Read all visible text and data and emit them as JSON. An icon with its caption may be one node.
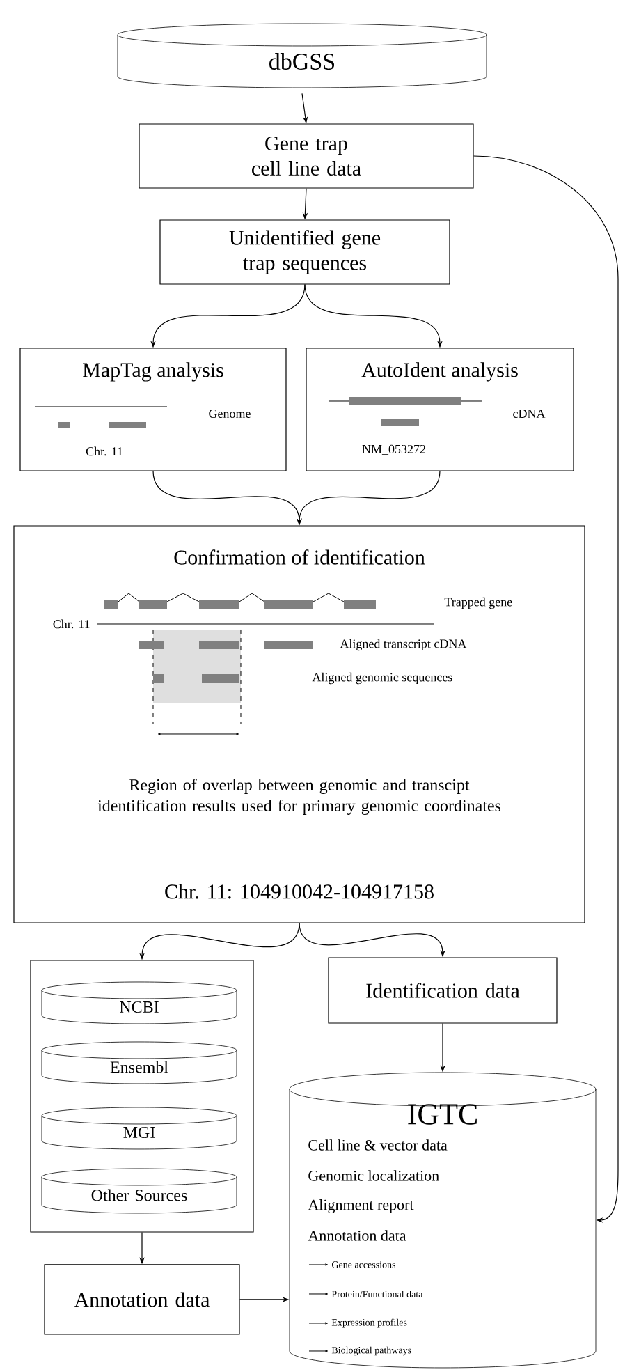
{
  "diagram": {
    "nodes": [
      {
        "text": [
          "dbGSS"
        ]
      },
      {
        "text": [
          "Gene trap cell line data"
        ]
      },
      {
        "text": [
          "Unidentified gene trap sequences"
        ]
      },
      {
        "text": [
          "MapTag analysis",
          "Genome",
          "Chr. 11"
        ]
      },
      {
        "text": [
          "AutoIdent analysis",
          "cDNA",
          "NM_053272"
        ]
      },
      {
        "text": [
          "Confirmation of identification",
          "Trapped gene",
          "Chr. 11",
          "Aligned transcript cDNA",
          "Aligned genomic sequences",
          "Region of overlap between genomic and transcipt identification results used for primary genomic coordinates",
          "Chr. 11:  104910042-104917158"
        ]
      },
      {
        "text": [],
        "shape": "box"
      },
      {
        "text": [
          "NCBI"
        ],
        "in": 6
      },
      {
        "text": [
          "Ensembl"
        ],
        "in": 6
      },
      {
        "text": [
          "MGI"
        ],
        "in": 6
      },
      {
        "text": [
          "Other Sources"
        ],
        "in": 6
      },
      {
        "text": [
          "Identification data"
        ]
      },
      {
        "text": [
          "Annotation data"
        ]
      },
      {
        "text": [
          "IGTC",
          "Cell line & vector data",
          "Genomic localization",
          "Alignment report",
          "Annotation data",
          "Gene accessions",
          "Protein/Functional data",
          "Expression profiles",
          "Biological pathways"
        ]
      }
    ],
    "edges": [
      {
        "from": 0,
        "to": 1,
        "arrow": "to"
      },
      {
        "from": 1,
        "to": 2,
        "arrow": "to"
      },
      {
        "from": 2,
        "to": 3,
        "arrow": "to"
      },
      {
        "from": 2,
        "to": 4,
        "arrow": "to"
      },
      {
        "from": 3,
        "to": 5,
        "arrow": "to"
      },
      {
        "from": 4,
        "to": 5,
        "arrow": "to"
      },
      {
        "from": 5,
        "to": 6,
        "arrow": "to"
      },
      {
        "from": 5,
        "to": 11,
        "arrow": "to"
      },
      {
        "from": 6,
        "to": 12,
        "arrow": "to"
      },
      {
        "from": 11,
        "to": 13,
        "arrow": "to"
      },
      {
        "from": 12,
        "to": 13,
        "arrow": "to"
      },
      {
        "from": 1,
        "to": 13,
        "arrow": "to"
      }
    ]
  }
}
